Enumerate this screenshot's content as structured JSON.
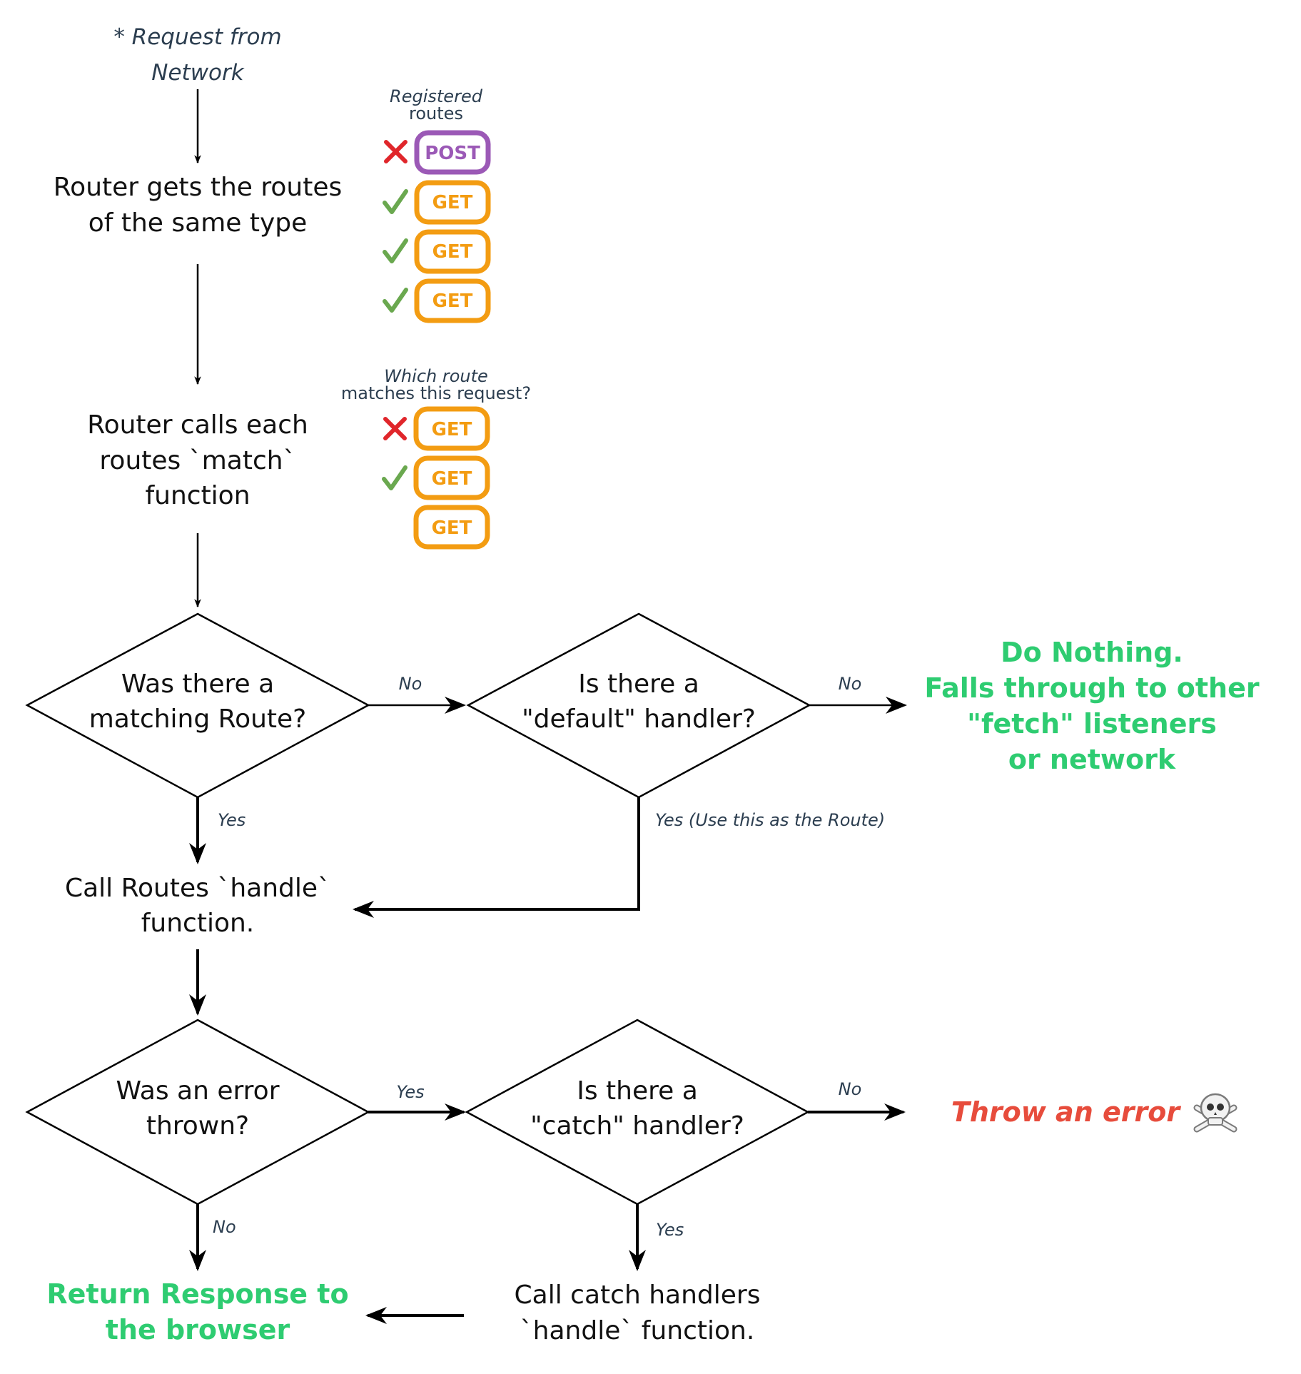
{
  "start": {
    "line1": "* Request from",
    "line2": "Network"
  },
  "step_get_routes": {
    "line1": "Router gets the routes",
    "line2": "of the same type"
  },
  "registered_routes": {
    "title_line1": "Registered",
    "title_line2": "routes",
    "items": [
      {
        "method": "POST",
        "status": "cross"
      },
      {
        "method": "GET",
        "status": "check"
      },
      {
        "method": "GET",
        "status": "check"
      },
      {
        "method": "GET",
        "status": "check"
      }
    ]
  },
  "step_match": {
    "line1": "Router calls each",
    "line2": "routes `match`",
    "line3": "function"
  },
  "matching_routes": {
    "title_line1": "Which route",
    "title_line2": "matches this request?",
    "items": [
      {
        "method": "GET",
        "status": "cross"
      },
      {
        "method": "GET",
        "status": "check"
      },
      {
        "method": "GET",
        "status": "none"
      }
    ]
  },
  "decision_matching": {
    "line1": "Was there a",
    "line2": "matching Route?"
  },
  "decision_default": {
    "line1": "Is there a",
    "line2": "\"default\" handler?"
  },
  "outcome_nothing": {
    "line1": "Do Nothing.",
    "line2": "Falls through to other",
    "line3": "\"fetch\" listeners",
    "line4": "or network"
  },
  "step_handle": {
    "line1": "Call Routes `handle`",
    "line2": "function."
  },
  "decision_error": {
    "line1": "Was an error",
    "line2": "thrown?"
  },
  "decision_catch": {
    "line1": "Is there a",
    "line2": "\"catch\" handler?"
  },
  "outcome_throw": {
    "text": "Throw an error",
    "icon": "skull-crossbones-icon"
  },
  "outcome_return": {
    "line1": "Return Response to",
    "line2": "the browser"
  },
  "step_catch": {
    "line1": "Call catch handlers",
    "line2": "`handle` function."
  },
  "edge_labels": {
    "match_no": "No",
    "match_yes": "Yes",
    "default_no": "No",
    "default_yes": "Yes (Use this as the Route)",
    "error_yes": "Yes",
    "error_no": "No",
    "catch_no": "No",
    "catch_yes": "Yes"
  },
  "colors": {
    "get": "#f39c12",
    "post": "#9b59b6",
    "success": "#2ecc71",
    "error": "#e74c3c",
    "check": "#6aa84f",
    "cross": "#e0262b"
  }
}
